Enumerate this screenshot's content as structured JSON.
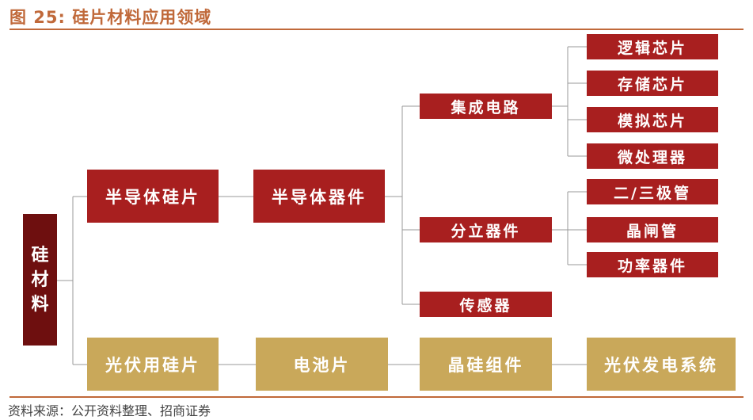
{
  "header": {
    "title": "图 25:  硅片材料应用领域"
  },
  "diagram": {
    "root": "硅材料",
    "semiconductor_wafer": "半导体硅片",
    "semiconductor_device": "半导体器件",
    "integrated_circuit": "集成电路",
    "discrete_device": "分立器件",
    "sensor": "传感器",
    "ic_children": [
      "逻辑芯片",
      "存储芯片",
      "模拟芯片",
      "微处理器"
    ],
    "discrete_children": [
      "二/三极管",
      "晶闸管",
      "功率器件"
    ],
    "pv_chain": [
      "光伏用硅片",
      "电池片",
      "晶硅组件",
      "光伏发电系统"
    ]
  },
  "footer": {
    "source": "资料来源：公开资料整理、招商证券"
  },
  "colors": {
    "accent": "#c0693a",
    "red_box": "#a81f1f",
    "dark_box": "#6e0f0f",
    "gold_box": "#c9a85a"
  }
}
